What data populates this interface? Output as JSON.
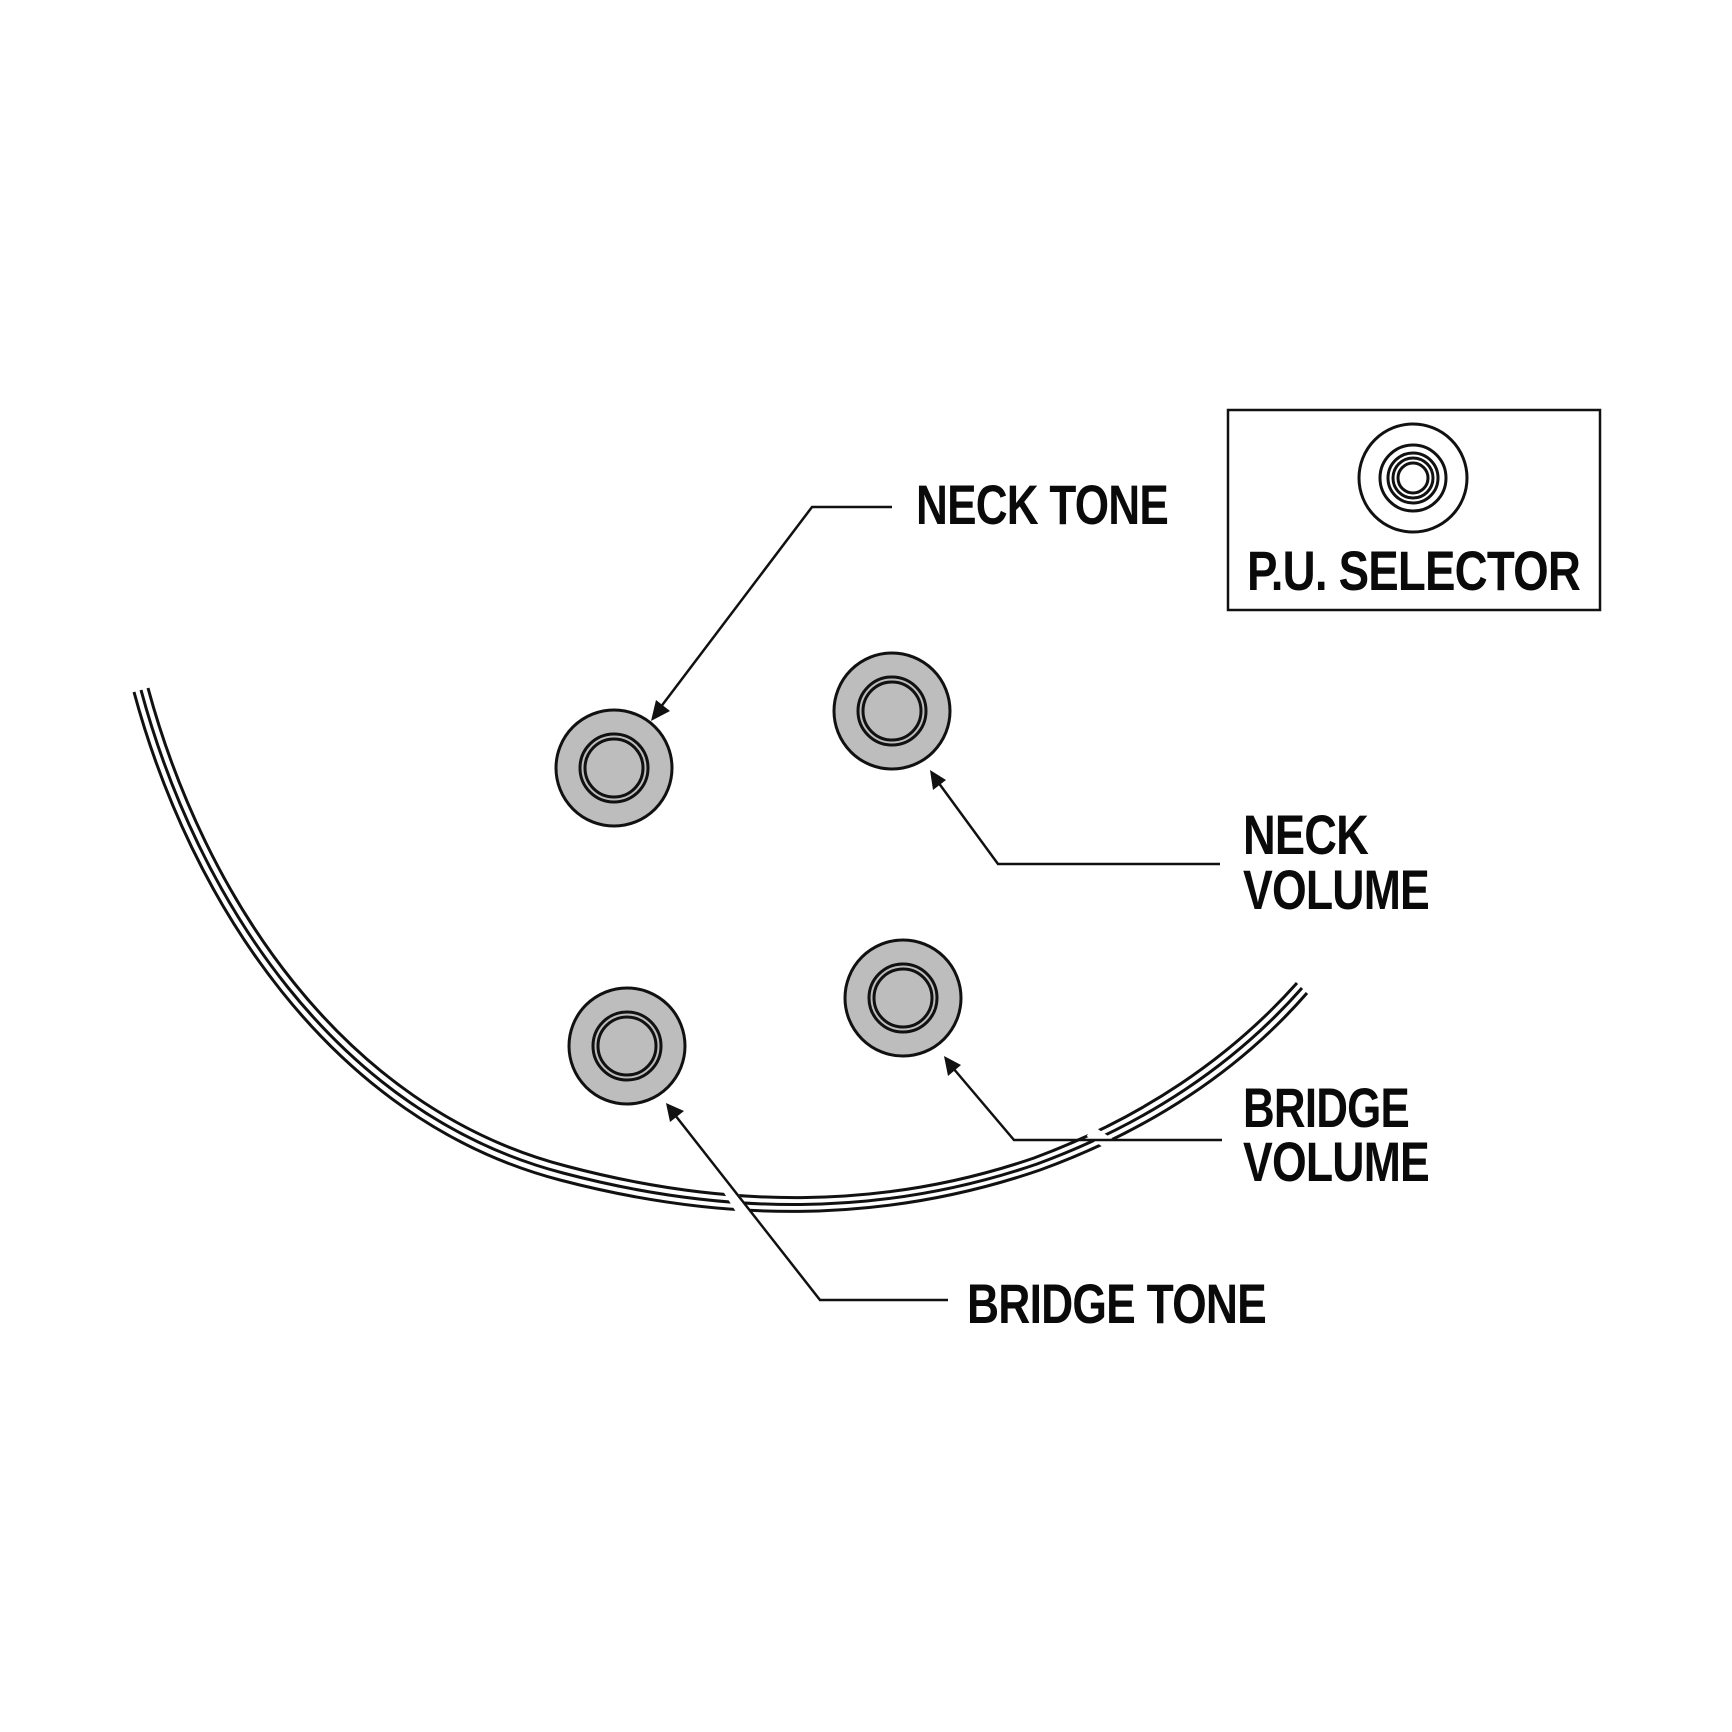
{
  "diagram": {
    "title": "Guitar control layout",
    "labels": {
      "neck_tone": "NECK TONE",
      "neck_volume_line1": "NECK",
      "neck_volume_line2": "VOLUME",
      "bridge_volume_line1": "BRIDGE",
      "bridge_volume_line2": "VOLUME",
      "bridge_tone": "BRIDGE TONE",
      "pu_selector": "P.U. SELECTOR"
    },
    "controls": [
      {
        "id": "neck-tone",
        "label": "NECK TONE",
        "type": "knob"
      },
      {
        "id": "neck-volume",
        "label": "NECK VOLUME",
        "type": "knob"
      },
      {
        "id": "bridge-tone",
        "label": "BRIDGE TONE",
        "type": "knob"
      },
      {
        "id": "bridge-volume",
        "label": "BRIDGE VOLUME",
        "type": "knob"
      }
    ],
    "legend": {
      "label": "P.U. SELECTOR",
      "icon": "toggle-switch-icon"
    },
    "colors": {
      "knob_fill": "#bdbdbd",
      "stroke": "#111111",
      "background": "#ffffff"
    }
  }
}
